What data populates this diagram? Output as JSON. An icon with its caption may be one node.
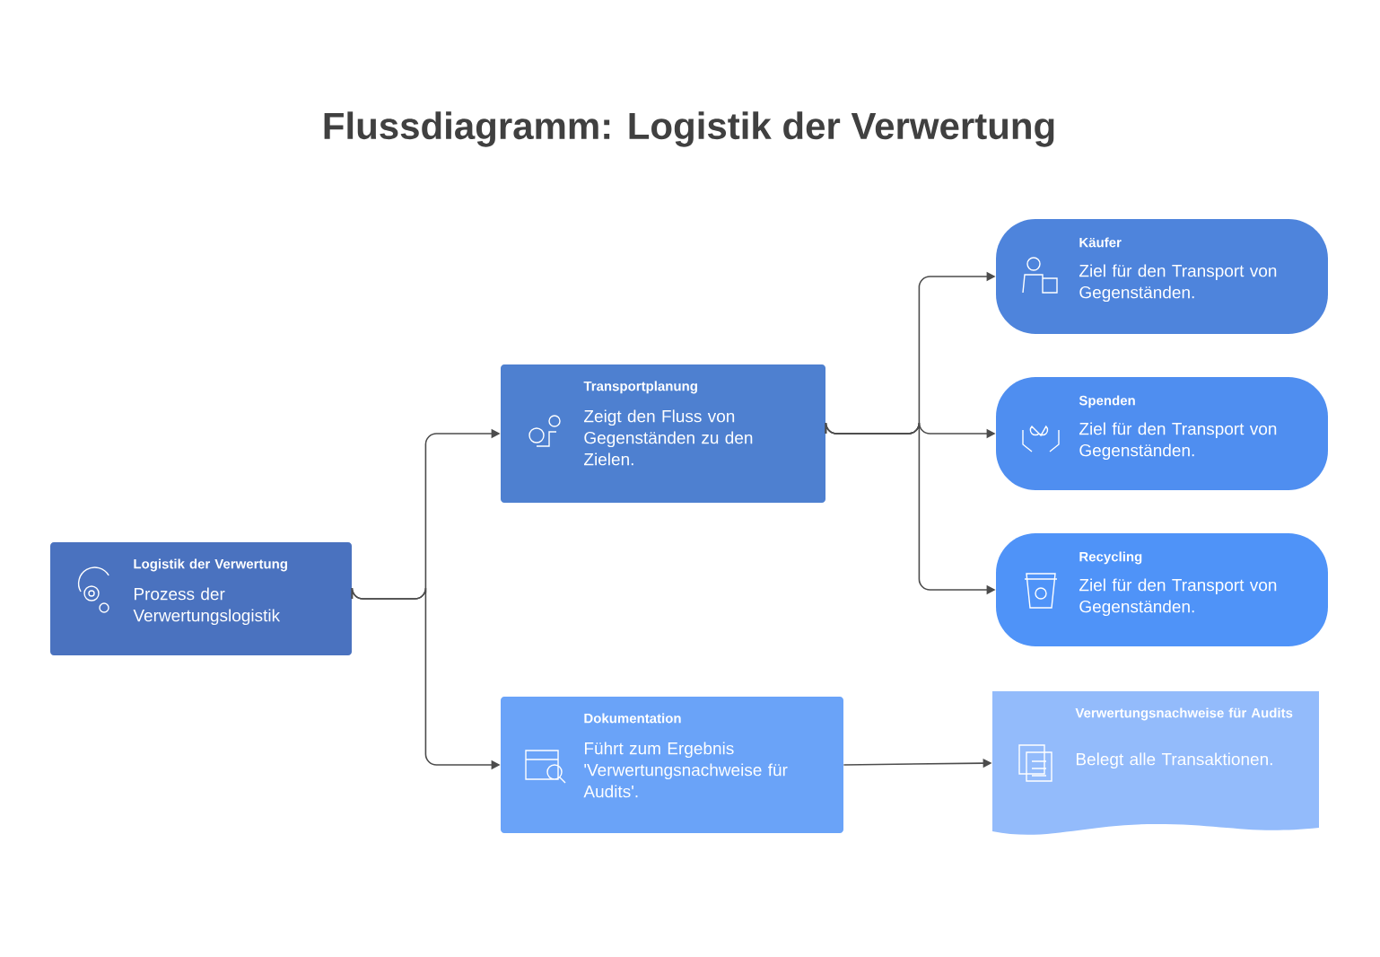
{
  "diagram": {
    "title": "Flussdiagramm: Logistik der Verwertung",
    "nodes": [
      {
        "text": [
          "Logistik der Verwertung",
          "Prozess der Verwertungslogistik"
        ]
      },
      {
        "text": [
          "Transportplanung",
          "Zeigt den Fluss von Gegenständen zu den Zielen."
        ]
      },
      {
        "text": [
          "Dokumentation",
          "Führt zum Ergebnis 'Verwertungsnachweise für Audits'."
        ]
      },
      {
        "text": [
          "Käufer",
          "Ziel für den Transport von Gegenständen."
        ]
      },
      {
        "text": [
          "Spenden",
          "Ziel für den Transport von Gegenständen."
        ]
      },
      {
        "text": [
          "Recycling",
          "Ziel für den Transport von Gegenständen."
        ]
      },
      {
        "text": [
          "Verwertungsnachweise für Audits",
          "Belegt alle Transaktionen."
        ]
      }
    ],
    "edges": [
      {
        "from": 0,
        "to": 1,
        "arrow": "to"
      },
      {
        "from": 0,
        "to": 2,
        "arrow": "to"
      },
      {
        "from": 1,
        "to": 3,
        "arrow": "to"
      },
      {
        "from": 1,
        "to": 4,
        "arrow": "to"
      },
      {
        "from": 1,
        "to": 5,
        "arrow": "to"
      },
      {
        "from": 2,
        "to": 6,
        "arrow": "to"
      }
    ]
  }
}
